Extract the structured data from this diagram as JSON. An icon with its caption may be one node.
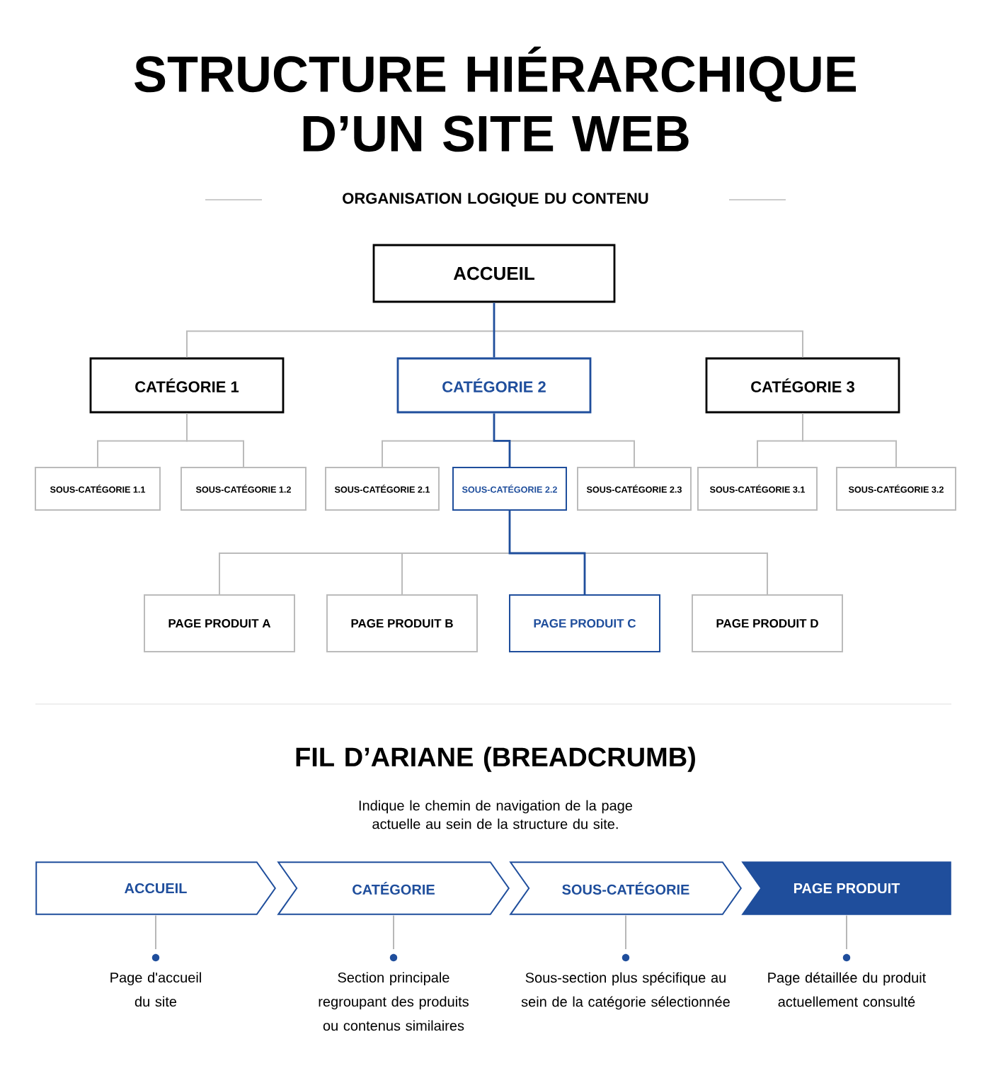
{
  "diagram": {
    "title": "STRUCTURE HIÉRARCHIQUE D’UN SITE WEB",
    "nodes": [
      {
        "text": [
          "ACCUEIL"
        ]
      },
      {
        "text": [
          "CATÉGORIE 1"
        ]
      },
      {
        "text": [
          "CATÉGORIE 2"
        ]
      },
      {
        "text": [
          "CATÉGORIE 3"
        ]
      },
      {
        "text": [
          "SOUS-CATÉGORIE 1.1"
        ]
      },
      {
        "text": [
          "SOUS-CATÉGORIE 1.2"
        ]
      },
      {
        "text": [
          "SOUS-CATÉGORIE 2.1"
        ]
      },
      {
        "text": [
          "SOUS-CATÉGORIE 2.2"
        ]
      },
      {
        "text": [
          "SOUS-CATÉGORIE 2.3"
        ]
      },
      {
        "text": [
          "SOUS-CATÉGORIE 3.1"
        ]
      },
      {
        "text": [
          "SOUS-CATÉGORIE 3.2"
        ]
      },
      {
        "text": [
          "PAGE PRODUIT A"
        ]
      },
      {
        "text": [
          "PAGE PRODUIT B"
        ]
      },
      {
        "text": [
          "PAGE PRODUIT C"
        ]
      },
      {
        "text": [
          "PAGE PRODUIT D"
        ]
      },
      {
        "text": [
          "ACCUEIL"
        ]
      },
      {
        "text": [
          "CATÉGORIE"
        ]
      },
      {
        "text": [
          "SOUS-CATÉGORIE"
        ]
      },
      {
        "text": [
          "PAGE PRODUIT"
        ]
      },
      {
        "text": [
          "Page d'accueil du site"
        ]
      },
      {
        "text": [
          "Section principale regroupant des produits ou contenus similaires"
        ]
      },
      {
        "text": [
          "Sous-section plus spécifique au sein de la catégorie sélectionnée"
        ]
      },
      {
        "text": [
          "Page détaillée du produit actuellement consulté"
        ]
      }
    ],
    "edges": [
      {
        "from": 0,
        "to": 1,
        "arrow": "none"
      },
      {
        "from": 0,
        "to": 2,
        "arrow": "none",
        "color": "#1f4e9c"
      },
      {
        "from": 0,
        "to": 3,
        "arrow": "none"
      },
      {
        "from": 1,
        "to": 4,
        "arrow": "none"
      },
      {
        "from": 1,
        "to": 5,
        "arrow": "none"
      },
      {
        "from": 2,
        "to": 6,
        "arrow": "none"
      },
      {
        "from": 2,
        "to": 7,
        "arrow": "none",
        "color": "#1f4e9c"
      },
      {
        "from": 2,
        "to": 8,
        "arrow": "none"
      },
      {
        "from": 3,
        "to": 9,
        "arrow": "none"
      },
      {
        "from": 3,
        "to": 10,
        "arrow": "none"
      },
      {
        "from": 7,
        "to": 11,
        "arrow": "none"
      },
      {
        "from": 7,
        "to": 12,
        "arrow": "none"
      },
      {
        "from": 7,
        "to": 13,
        "arrow": "none",
        "color": "#1f4e9c"
      },
      {
        "from": 7,
        "to": 14,
        "arrow": "none"
      },
      {
        "from": 15,
        "to": 19,
        "arrow": "none"
      },
      {
        "from": 16,
        "to": 20,
        "arrow": "none"
      },
      {
        "from": 17,
        "to": 21,
        "arrow": "none"
      },
      {
        "from": 18,
        "to": 22,
        "arrow": "none"
      }
    ],
    "labels": [
      "ORGANISATION LOGIQUE DU CONTENU",
      "FIL D’ARIANE (BREADCRUMB)",
      "Indique le chemin de navigation de la page actuelle au sein de la structure du site."
    ]
  }
}
